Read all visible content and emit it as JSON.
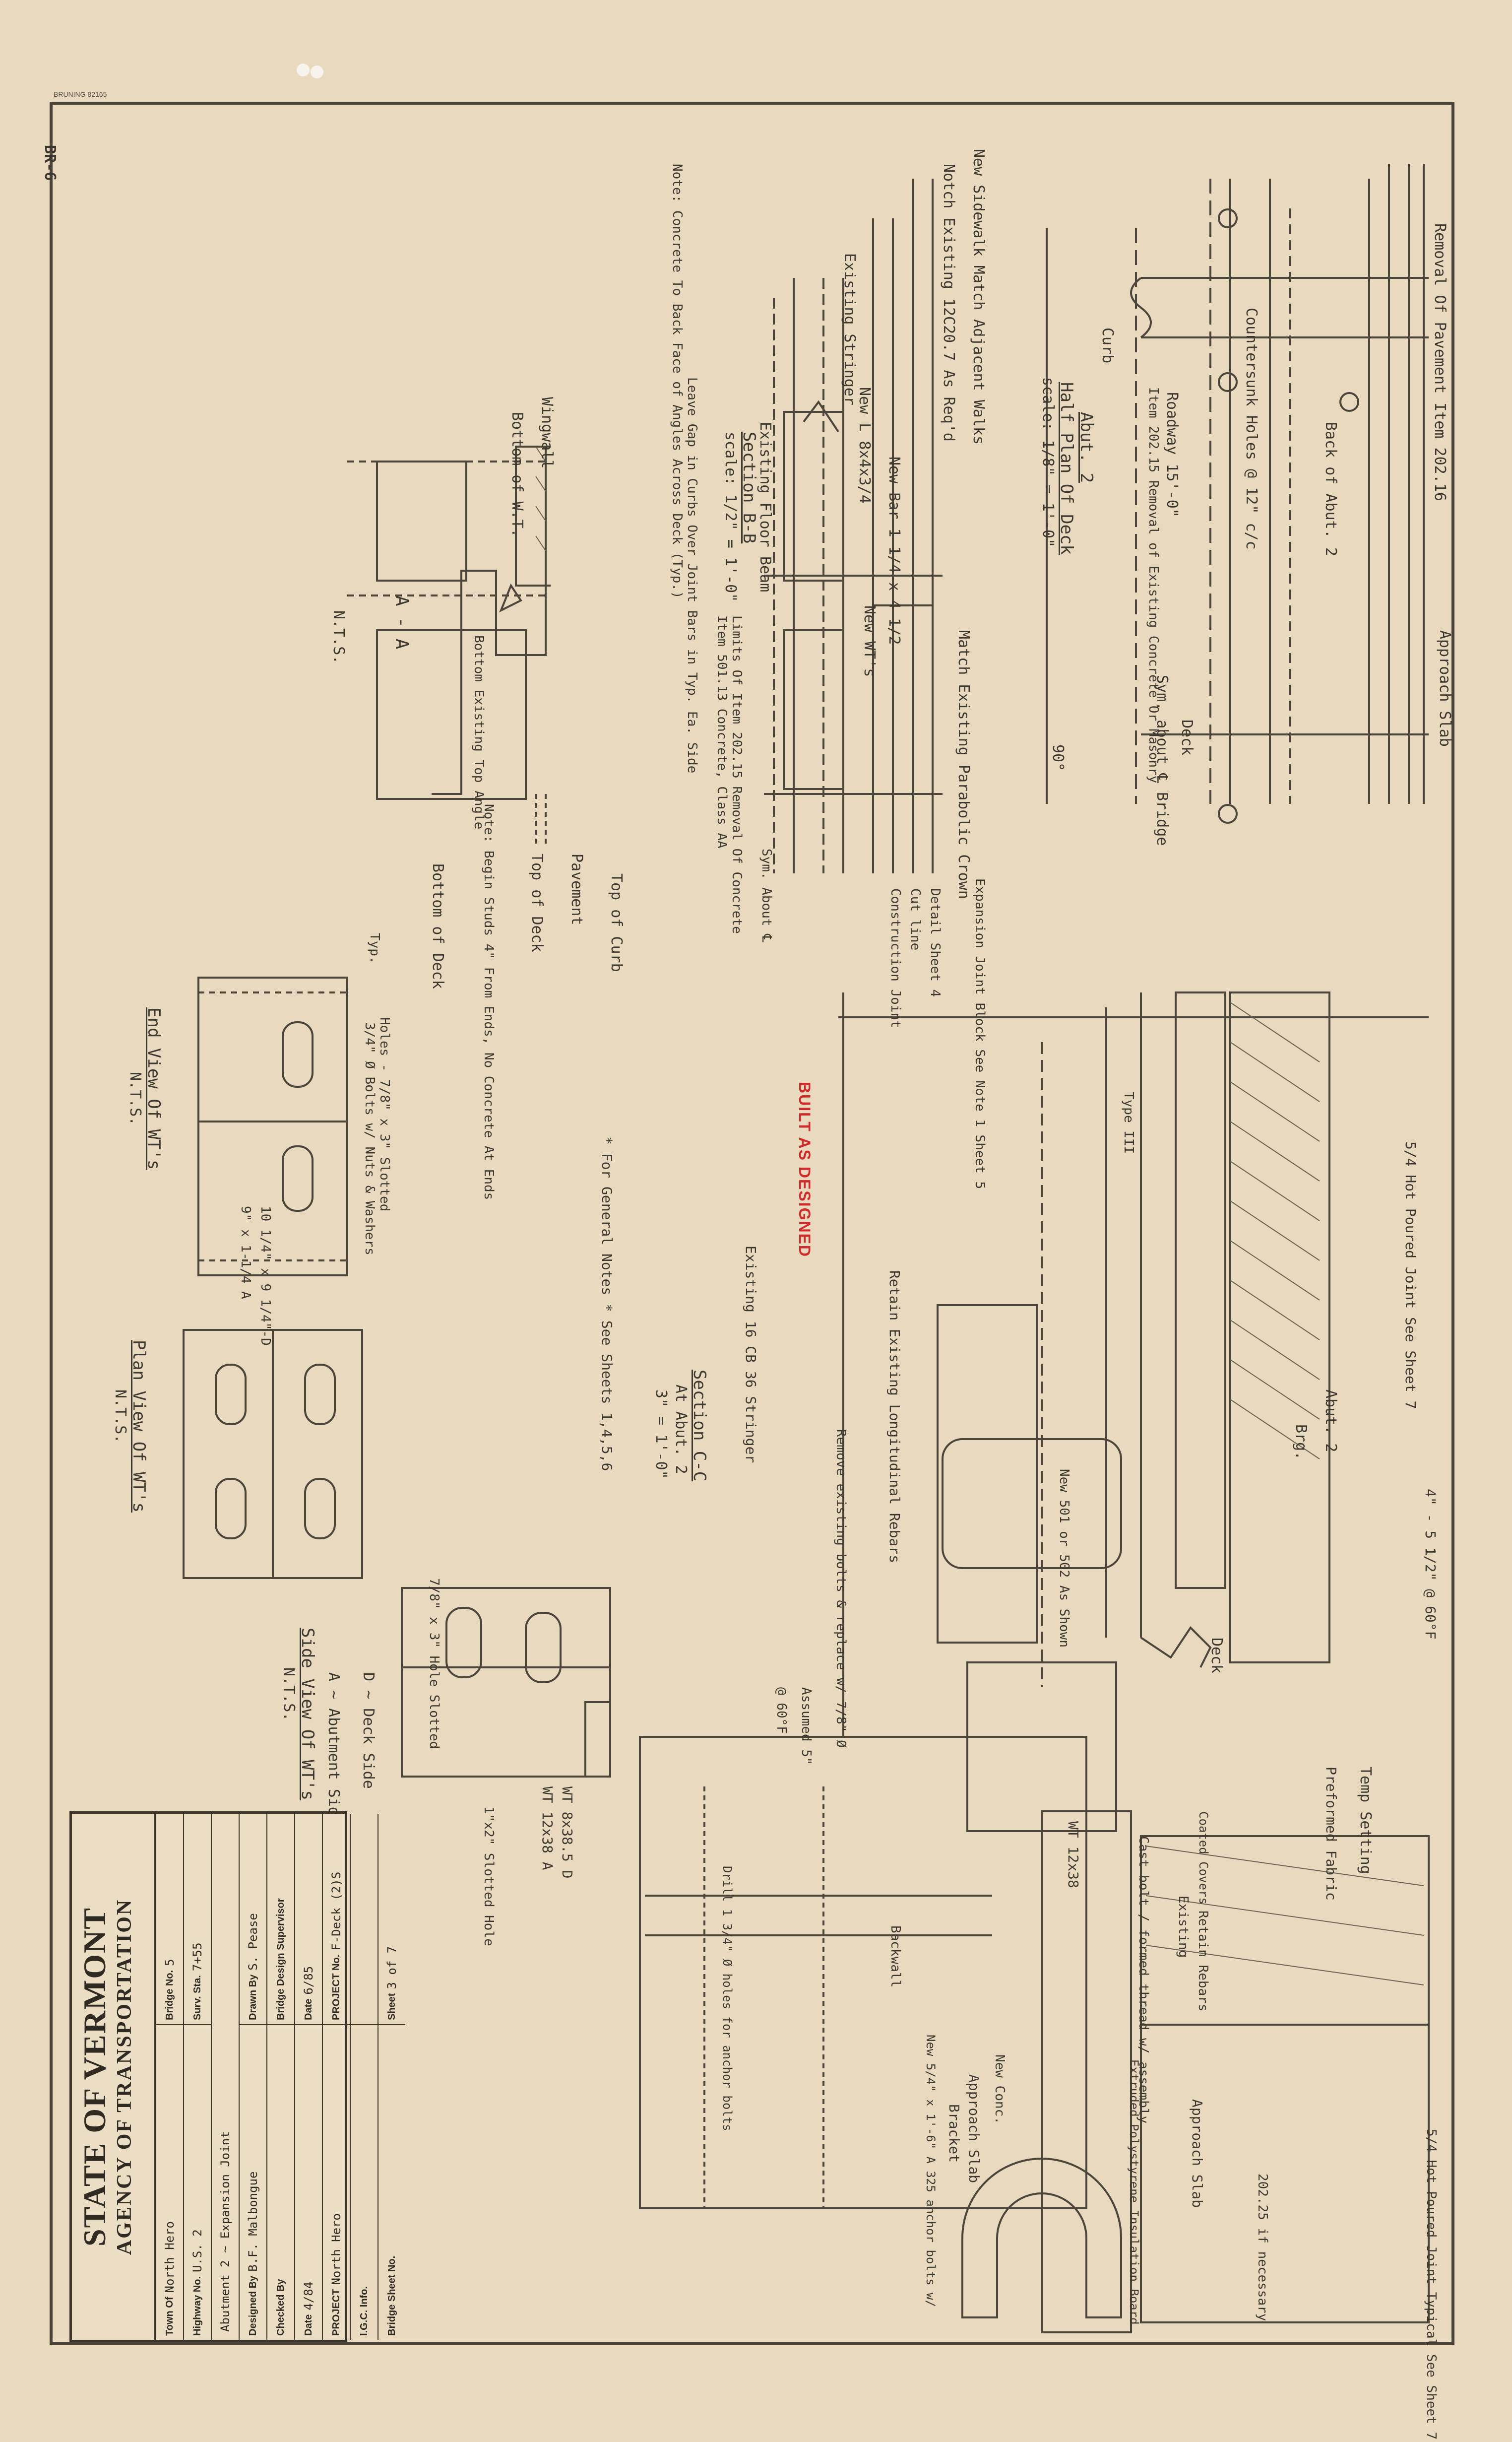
{
  "sheet": {
    "top_note": "BRUNING 82165",
    "sheet_tag": "BR-6"
  },
  "views": {
    "half_plan_deck": {
      "title": "Half Plan Of Deck",
      "subtitle": "Abut. 2",
      "scale": "scale: 1/8\" = 1'-0\"",
      "notes": [
        "Removal Of Pavement Item 202.16",
        "Approach Slab",
        "Back of Abut. 2",
        "Countersunk Holes @ 12\" c/c",
        "Roadway 15'-0\"",
        "Item 202.15 Removal of Existing Concrete Or Masonry",
        "Deck",
        "Sym. about ℄ Bridge",
        "Curb",
        "90°"
      ]
    },
    "section_bb": {
      "title": "Section B-B",
      "scale": "scale: 1/2\" = 1'-0\"",
      "notes": [
        "New Sidewalk Match Adjacent Walks",
        "Notch Existing 12C20.7 As Req'd",
        "Existing Stringer",
        "New Bar 1 1/4 x 4 1/2",
        "New L 8x4x3/4",
        "Existing Floor Beam",
        "Match Existing Parabolic Crown",
        "New WT's",
        "Expansion Joint Block See Note 1 Sheet 5",
        "Detail Sheet 4",
        "Cut line",
        "Construction Joint",
        "Sym. About ℄",
        "Limits Of Item 202.15 Removal Of Concrete",
        "Item 501.13 Concrete, Class AA"
      ]
    },
    "section_aa": {
      "title": "A - A",
      "scale": "N.T.S.",
      "notes": [
        "Note: Concrete To Back Face of Angles Across Deck (Typ.)",
        "Wingwall",
        "Bottom of W.T.",
        "Leave Gap in Curbs Over Joint Bars in Typ. Ea. Side",
        "Top of Curb",
        "Pavement",
        "Top of Deck",
        "Bottom of Deck",
        "Bottom Existing Top Angle",
        "Note: Begin Studs 4\" From Ends, No Concrete At Ends"
      ]
    },
    "end_view": {
      "title": "End View Of WT's",
      "scale": "N.T.S.",
      "notes": [
        "Holes - 7/8\" x 3\" Slotted",
        "3/4\" Ø Bolts w/ Nuts & Washers",
        "10 1/4\" x 9 1/4\"-D",
        "9\" x 1-1/4 A",
        "Typ."
      ]
    },
    "plan_view": {
      "title": "Plan View Of WT's",
      "scale": "N.T.S."
    },
    "side_view": {
      "title": "Side View Of WT's",
      "scale": "N.T.S.",
      "notes": [
        "7/8\" x 3\" Hole Slotted",
        "WT 8x38.5 D",
        "WT 12x38 A",
        "1\"x2\" Slotted Hole",
        "D ~ Deck Side",
        "A ~ Abutment Side"
      ]
    },
    "section_cc": {
      "title": "Section C-C",
      "subtitle": "At Abut. 2",
      "scale": "3\" = 1'-0\"",
      "notes": [
        "5/4 Hot Poured Joint See Sheet 7",
        "Abut. 2",
        "Brg.",
        "4\" - 5 1/2\" @ 60°F",
        "Temp Setting",
        "Preformed Fabric",
        "Deck",
        "New 501 or 502 As Shown",
        "Existing 16 CB 36 Stringer",
        "Retain Existing Longitudinal Rebars",
        "Remove existing bolts & replace w/ 7/8\" Ø",
        "Assumed 5\"",
        "@ 60°F",
        "WT 12x38",
        "Cast bolt / formed thread w/ assembly",
        "Coated Covers",
        "Existing",
        "Retain Rebars",
        "New Conc.",
        "Approach Slab",
        "Bracket",
        "Backwall",
        "Drill 1 3/4\" Ø holes for anchor bolts",
        "New 5/4\" x 1'-6\" A 325 anchor bolts w/",
        "Approach Slab",
        "Extruded Polystyrene Insulation Board",
        "202.25 if necessary",
        "5/4 Hot Poured Joint Typical See Sheet 7",
        "Type III"
      ]
    }
  },
  "stamp": "BUILT AS DESIGNED",
  "general_notes": "* For General Notes * See Sheets 1,4,5,6",
  "title_block": {
    "state": "STATE OF VERMONT",
    "agency": "AGENCY OF TRANSPORTATION",
    "rows": [
      [
        {
          "label": "Town Of",
          "value": "North Hero"
        },
        {
          "label": "Bridge No.",
          "value": "5"
        }
      ],
      [
        {
          "label": "Highway No.",
          "value": "U.S. 2"
        },
        {
          "label": "Surv. Sta.",
          "value": "7+55"
        }
      ],
      [
        {
          "label": "",
          "value": "Abutment 2 ~ Expansion Joint"
        }
      ],
      [
        {
          "label": "Designed By",
          "value": "B.F. Malbongue"
        },
        {
          "label": "Drawn By",
          "value": "S. Pease"
        }
      ],
      [
        {
          "label": "Checked By",
          "value": ""
        },
        {
          "label": "Bridge Design Supervisor",
          "value": ""
        }
      ],
      [
        {
          "label": "Date",
          "value": "4/84"
        },
        {
          "label": "Date",
          "value": "6/85"
        }
      ],
      [
        {
          "label": "PROJECT",
          "value": "North Hero"
        },
        {
          "label": "PROJECT No.",
          "value": "F-Deck (2)S"
        }
      ],
      [
        {
          "label": "I.G.C. Info.",
          "value": ""
        },
        {
          "label": "",
          "value": ""
        }
      ],
      [
        {
          "label": "Bridge Sheet No.",
          "value": ""
        },
        {
          "label": "Sheet",
          "value": "3 of 7"
        }
      ]
    ]
  }
}
